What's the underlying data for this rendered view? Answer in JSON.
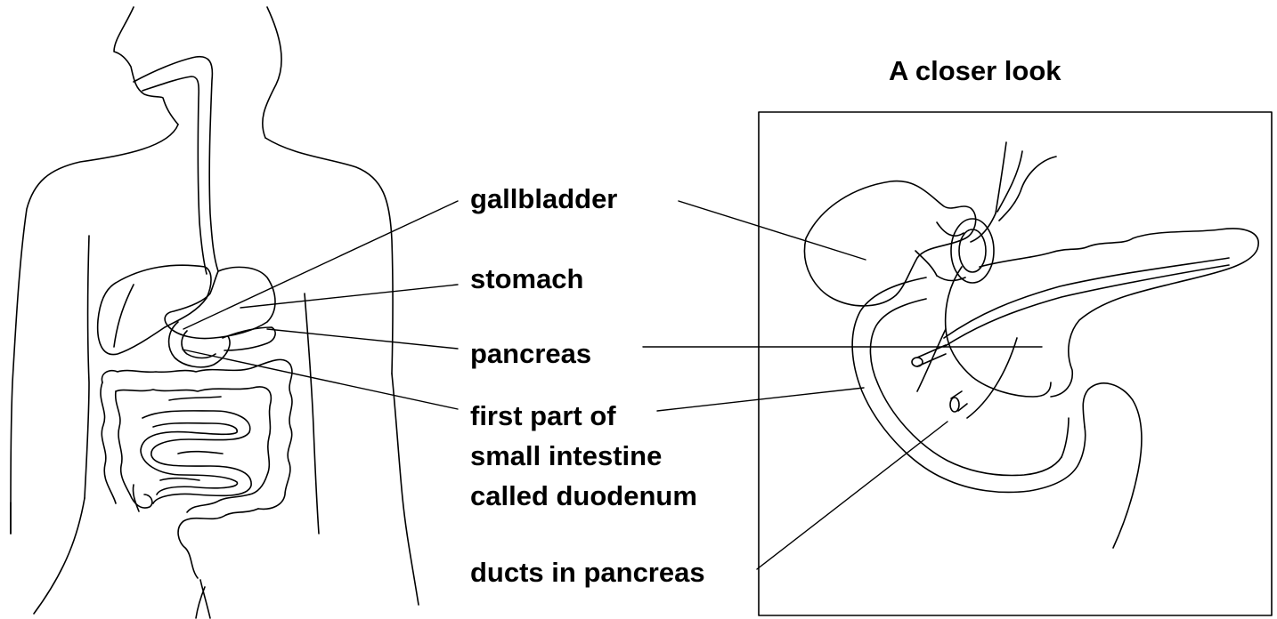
{
  "diagram": {
    "title": "A closer look",
    "labels": {
      "gallbladder": "gallbladder",
      "stomach": "stomach",
      "pancreas": "pancreas",
      "duodenum_line1": "first part of",
      "duodenum_line2": "small intestine",
      "duodenum_line3": "called duodenum",
      "ducts": "ducts in pancreas"
    }
  }
}
